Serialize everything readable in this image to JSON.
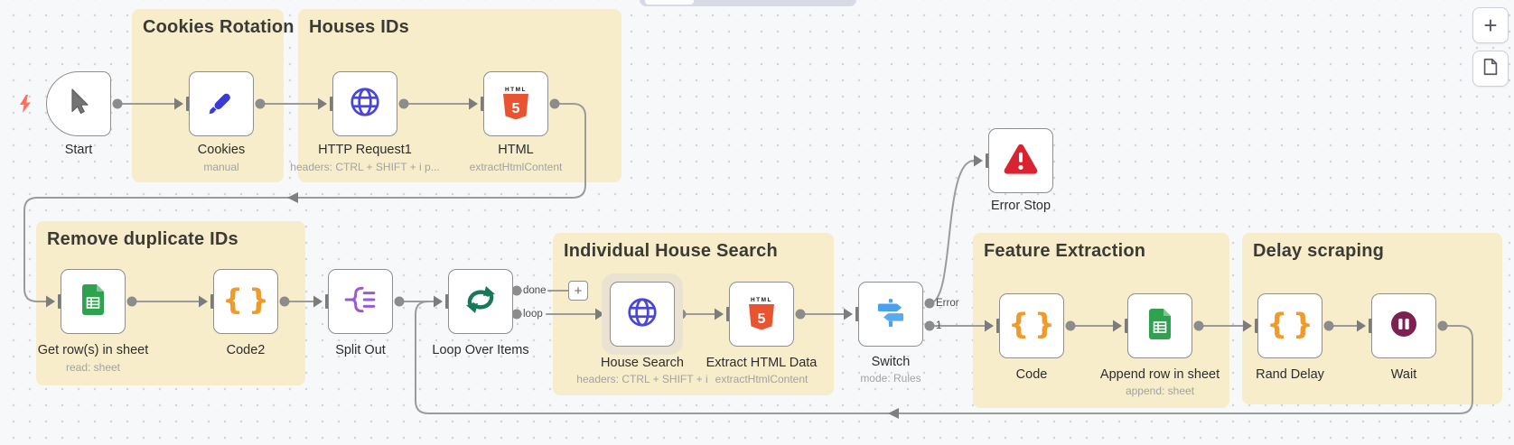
{
  "canvas": {
    "type": "workflow-editor"
  },
  "groups": [
    {
      "title": "Cookies Rotation"
    },
    {
      "title": "Houses IDs"
    },
    {
      "title": "Remove duplicate IDs"
    },
    {
      "title": "Individual House Search"
    },
    {
      "title": "Feature Extraction"
    },
    {
      "title": "Delay scraping"
    }
  ],
  "nodes": [
    {
      "label": "Start",
      "icon": "cursor-icon"
    },
    {
      "label": "Cookies",
      "subtitle": "manual",
      "icon": "pencil-icon"
    },
    {
      "label": "HTTP Request1",
      "subtitle": "headers: CTRL + SHIFT + i p...",
      "icon": "globe-icon"
    },
    {
      "label": "HTML",
      "subtitle": "extractHtmlContent",
      "icon": "html5-icon"
    },
    {
      "label": "Get row(s) in sheet",
      "subtitle": "read: sheet",
      "icon": "sheets-icon"
    },
    {
      "label": "Code2",
      "icon": "code-braces-icon"
    },
    {
      "label": "Split Out",
      "icon": "split-out-icon"
    },
    {
      "label": "Loop Over Items",
      "icon": "loop-icon"
    },
    {
      "label": "House Search",
      "subtitle": "headers: CTRL + SHIFT + i",
      "icon": "globe-icon"
    },
    {
      "label": "Extract HTML Data",
      "subtitle": "extractHtmlContent",
      "icon": "html5-icon"
    },
    {
      "label": "Switch",
      "subtitle": "mode: Rules",
      "icon": "switch-icon"
    },
    {
      "label": "Error Stop",
      "icon": "warning-icon"
    },
    {
      "label": "Code",
      "icon": "code-braces-icon"
    },
    {
      "label": "Append row in sheet",
      "subtitle": "append: sheet",
      "icon": "sheets-icon"
    },
    {
      "label": "Rand Delay",
      "icon": "code-braces-icon"
    },
    {
      "label": "Wait",
      "icon": "pause-icon"
    }
  ],
  "ports": {
    "done": "done",
    "loop": "loop",
    "error": "Error",
    "one": "1"
  },
  "buttons": {
    "add_connection": "+",
    "zoom_in": "+"
  },
  "colors": {
    "group_bg": "#f7edca",
    "node_border": "#8f8f8f",
    "wire": "#9b9b9b",
    "blue": "#4a47d8",
    "orange_braces": "#f09a2a",
    "html5_orange": "#e8542f",
    "sheets_green": "#2ea24f",
    "split_purple": "#9a5ad0",
    "loop_green": "#17785a",
    "switch_blue": "#4aa2ef",
    "error_red": "#da2332",
    "wait_maroon": "#7c2150",
    "bolt_coral": "#ff6e5b"
  },
  "connections": [
    "Start->Cookies",
    "Cookies->HTTP Request1",
    "HTTP Request1->HTML",
    "HTML->Get row(s) in sheet",
    "Get row(s) in sheet->Code2",
    "Code2->Split Out",
    "Split Out->Loop Over Items",
    "Loop Over Items(done)->+",
    "Loop Over Items(loop)->House Search",
    "House Search->Extract HTML Data",
    "Extract HTML Data->Switch",
    "Switch(Error)->Error Stop",
    "Switch(1)->Code",
    "Code->Append row in sheet",
    "Append row in sheet->Rand Delay",
    "Rand Delay->Wait",
    "Wait->Loop Over Items"
  ]
}
